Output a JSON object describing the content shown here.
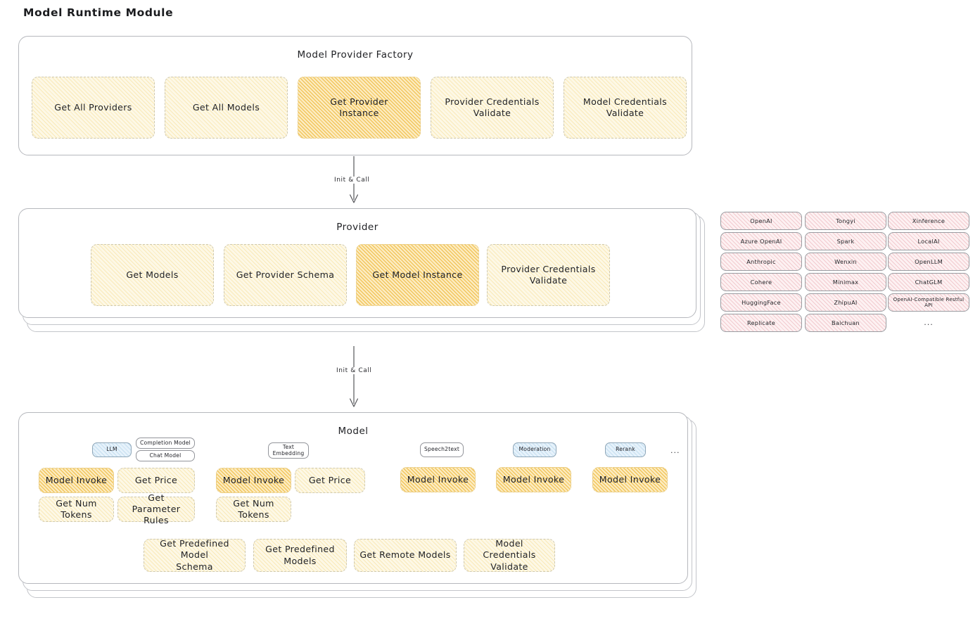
{
  "page": {
    "title": "Model Runtime Module"
  },
  "colors": {
    "node_fill": "#fdf8e6",
    "node_hatch": "#f0ce5e",
    "node_highlight_fill": "#fcecc2",
    "node_highlight_hatch": "#eeb738",
    "chip_fill": "#fdf1f2",
    "chip_hatch": "#e4969e",
    "badge_blue_fill": "#e6f2fb",
    "border": "#b6b8bd",
    "text": "#1f2024"
  },
  "factory": {
    "title": "Model Provider Factory",
    "nodes": [
      {
        "label": "Get All Providers",
        "highlight": false
      },
      {
        "label": "Get All Models",
        "highlight": false
      },
      {
        "label": "Get Provider\nInstance",
        "highlight": true
      },
      {
        "label": "Provider Credentials\nValidate",
        "highlight": false
      },
      {
        "label": "Model Credentials\nValidate",
        "highlight": false
      }
    ]
  },
  "arrow1": {
    "label": "Init & Call"
  },
  "provider": {
    "title": "Provider",
    "nodes": [
      {
        "label": "Get Models",
        "highlight": false
      },
      {
        "label": "Get Provider Schema",
        "highlight": false
      },
      {
        "label": "Get Model Instance",
        "highlight": true
      },
      {
        "label": "Provider Credentials\nValidate",
        "highlight": false
      }
    ]
  },
  "arrow2": {
    "label": "Init & Call"
  },
  "provider_list": {
    "columns": [
      {
        "items": [
          "OpenAI",
          "Azure OpenAI",
          "Anthropic",
          "Cohere",
          "HuggingFace",
          "Replicate"
        ]
      },
      {
        "items": [
          "Tongyi",
          "Spark",
          "Wenxin",
          "Minimax",
          "ZhipuAI",
          "Baichuan"
        ]
      },
      {
        "items": [
          "Xinference",
          "LocalAI",
          "OpenLLM",
          "ChatGLM",
          "OpenAI-Compatible Restful API"
        ]
      }
    ],
    "ellipsis": "..."
  },
  "model": {
    "title": "Model",
    "ellipsis": "...",
    "types": [
      {
        "badge": "LLM",
        "badge_style": "blue",
        "sub_badges": [
          "Completion Model",
          "Chat Model"
        ],
        "nodes": [
          {
            "label": "Model Invoke",
            "highlight": true
          },
          {
            "label": "Get Price",
            "highlight": false
          },
          {
            "label": "Get Num Tokens",
            "highlight": false
          },
          {
            "label": "Get Parameter\nRules",
            "highlight": false
          }
        ]
      },
      {
        "badge": "Text\nEmbedding",
        "badge_style": "white",
        "sub_badges": [],
        "nodes": [
          {
            "label": "Model Invoke",
            "highlight": true
          },
          {
            "label": "Get Price",
            "highlight": false
          },
          {
            "label": "Get Num Tokens",
            "highlight": false
          }
        ]
      },
      {
        "badge": "Speech2text",
        "badge_style": "white",
        "sub_badges": [],
        "nodes": [
          {
            "label": "Model Invoke",
            "highlight": true
          }
        ]
      },
      {
        "badge": "Moderation",
        "badge_style": "blue",
        "sub_badges": [],
        "nodes": [
          {
            "label": "Model Invoke",
            "highlight": true
          }
        ]
      },
      {
        "badge": "Rerank",
        "badge_style": "blue",
        "sub_badges": [],
        "nodes": [
          {
            "label": "Model Invoke",
            "highlight": true
          }
        ]
      }
    ],
    "shared_nodes": [
      {
        "label": "Get Predefined Model\nSchema"
      },
      {
        "label": "Get Predefined\nModels"
      },
      {
        "label": "Get Remote Models"
      },
      {
        "label": "Model Credentials\nValidate"
      }
    ]
  }
}
